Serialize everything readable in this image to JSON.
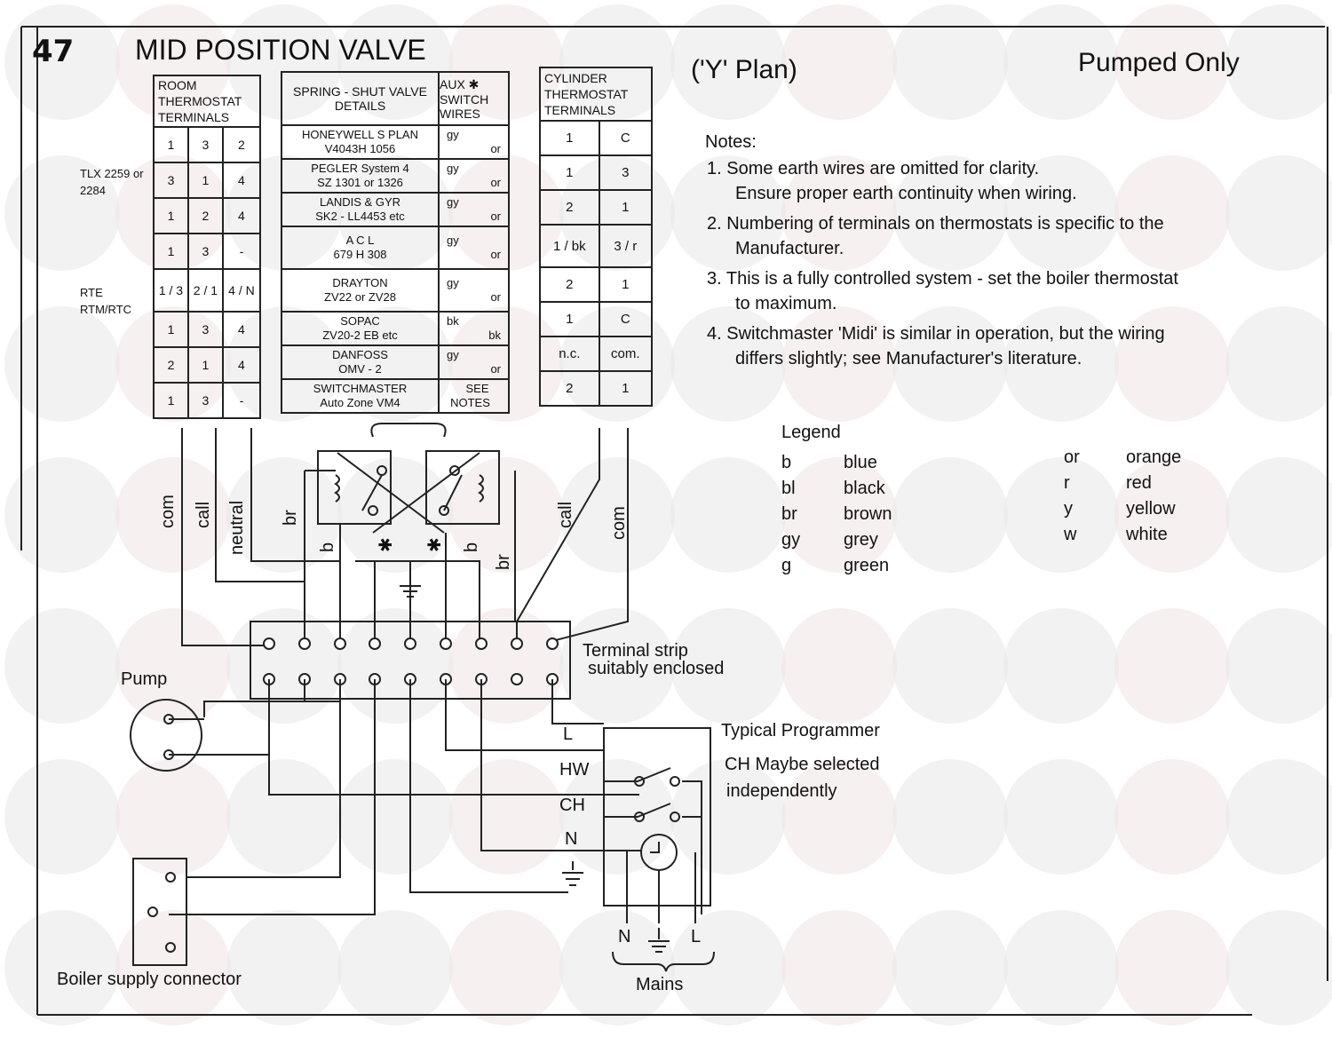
{
  "header": {
    "number": "47",
    "title": "MID POSITION VALVE",
    "plan": "('Y' Plan)",
    "subtitle": "Pumped Only"
  },
  "room_thermostat": {
    "title": "ROOM THERMOSTAT TERMINALS",
    "rows": [
      [
        "1",
        "3",
        "2"
      ],
      [
        "3",
        "1",
        "4"
      ],
      [
        "1",
        "2",
        "4"
      ],
      [
        "1",
        "3",
        "-"
      ],
      [
        "1 / 3",
        "2 / 1",
        "4 / N"
      ],
      [
        "1",
        "3",
        "4"
      ],
      [
        "2",
        "1",
        "4"
      ],
      [
        "1",
        "3",
        "-"
      ]
    ],
    "side_labels": [
      {
        "row": 1,
        "text": "TLX 2259 or 2284"
      },
      {
        "row": 4,
        "text": "RTE RTM/RTC"
      }
    ]
  },
  "valve_table": {
    "col1": "SPRING - SHUT VALVE DETAILS",
    "col2": "AUX ✱ SWITCH WIRES",
    "rows": [
      {
        "name": "HONEYWELL S PLAN",
        "model": "V4043H 1056",
        "w1": "gy",
        "w2": "or"
      },
      {
        "name": "PEGLER System 4",
        "model": "SZ 1301 or 1326",
        "w1": "gy",
        "w2": "or"
      },
      {
        "name": "LANDIS & GYR",
        "model": "SK2 - LL4453 etc",
        "w1": "gy",
        "w2": "or"
      },
      {
        "name": "A C L",
        "model": "679 H 308",
        "w1": "gy",
        "w2": "or"
      },
      {
        "name": "DRAYTON",
        "model": "ZV22 or ZV28",
        "w1": "gy",
        "w2": "or"
      },
      {
        "name": "SOPAC",
        "model": "ZV20-2 EB etc",
        "w1": "bk",
        "w2": "bk"
      },
      {
        "name": "DANFOSS",
        "model": "OMV - 2",
        "w1": "gy",
        "w2": "or"
      },
      {
        "name": "SWITCHMASTER",
        "model": "Auto Zone VM4",
        "w1": "SEE",
        "w2": "NOTES"
      }
    ]
  },
  "cylinder_thermostat": {
    "title": "CYLINDER THERMOSTAT TERMINALS",
    "rows": [
      [
        "1",
        "C"
      ],
      [
        "1",
        "3"
      ],
      [
        "2",
        "1"
      ],
      [
        "1 / bk",
        "3 / r"
      ],
      [
        "2",
        "1"
      ],
      [
        "1",
        "C"
      ],
      [
        "n.c.",
        "com."
      ],
      [
        "2",
        "1"
      ]
    ]
  },
  "notes": {
    "heading": "Notes:",
    "items": [
      "1. Some earth wires are omitted for clarity.",
      "Ensure proper earth continuity when wiring.",
      "2. Numbering of terminals on thermostats is specific to the",
      "Manufacturer.",
      "3. This is a fully controlled system - set the boiler thermostat",
      "to maximum.",
      "4. Switchmaster 'Midi' is similar in operation, but the wiring",
      "differs slightly; see Manufacturer's literature."
    ]
  },
  "legend": {
    "heading": "Legend",
    "items": [
      {
        "code": "b",
        "color": "blue"
      },
      {
        "code": "bl",
        "color": "black"
      },
      {
        "code": "br",
        "color": "brown"
      },
      {
        "code": "gy",
        "color": "grey"
      },
      {
        "code": "g",
        "color": "green"
      },
      {
        "code": "or",
        "color": "orange"
      },
      {
        "code": "r",
        "color": "red"
      },
      {
        "code": "y",
        "color": "yellow"
      },
      {
        "code": "w",
        "color": "white"
      }
    ]
  },
  "wire_labels": [
    "com",
    "call",
    "neutral",
    "br",
    "b",
    "✱",
    "✱",
    "b",
    "br",
    "call",
    "com"
  ],
  "labels": {
    "terminal_strip": "Terminal strip",
    "terminal_strip2": "suitably enclosed",
    "pump": "Pump",
    "boiler": "Boiler supply connector",
    "programmer": "Typical Programmer",
    "programmer_note1": "CH Maybe selected",
    "programmer_note2": "independently",
    "L": "L",
    "HW": "HW",
    "CH": "CH",
    "N": "N",
    "mains_N": "N",
    "mains_L": "L",
    "mains": "Mains"
  }
}
